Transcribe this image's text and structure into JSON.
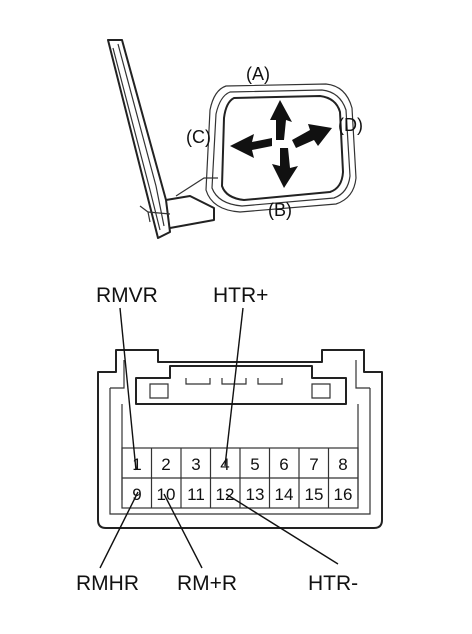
{
  "mirror": {
    "directions": {
      "a": "(A)",
      "b": "(B)",
      "c": "(C)",
      "d": "(D)"
    }
  },
  "connector": {
    "top_row_pins": [
      "1",
      "2",
      "3",
      "4",
      "5",
      "6",
      "7",
      "8"
    ],
    "bottom_row_pins": [
      "9",
      "10",
      "11",
      "12",
      "13",
      "14",
      "15",
      "16"
    ]
  },
  "wire_labels": {
    "rmvr": "RMVR",
    "htr_plus": "HTR+",
    "rmhr": "RMHR",
    "rm_plus_r": "RM+R",
    "htr_minus": "HTR-"
  },
  "colors": {
    "line": "#222222",
    "background": "#ffffff",
    "arrow": "#111111"
  }
}
